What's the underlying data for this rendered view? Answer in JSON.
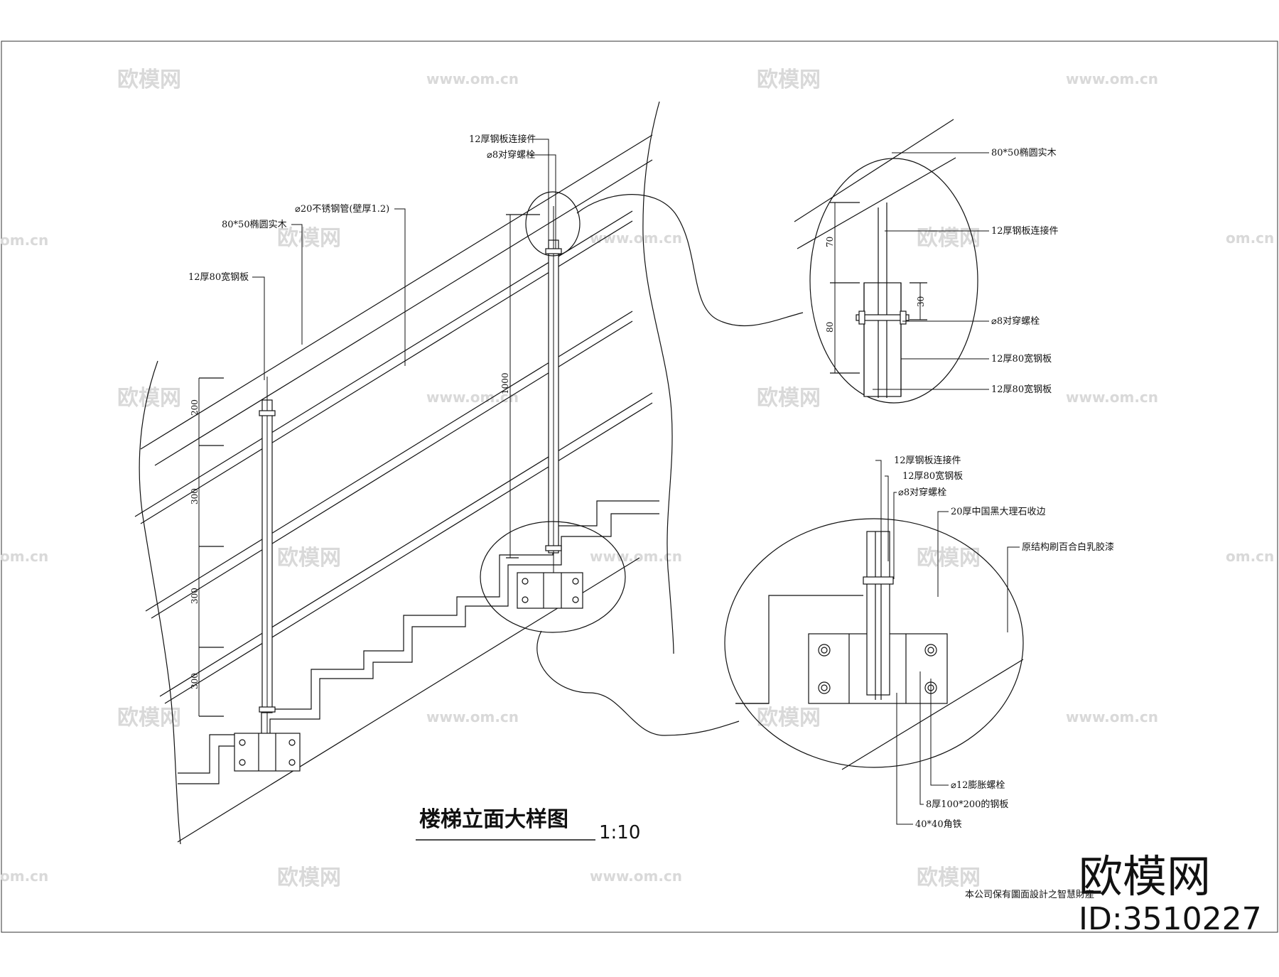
{
  "drawing": {
    "title": "楼梯立面大样图",
    "scale": "1:10",
    "copyright": "本公司保有圖面設計之智慧財產",
    "brand": "欧模网",
    "id_label": "ID:3510227"
  },
  "watermarks": {
    "logo": "欧模网",
    "site": "www.om.cn",
    "site_short": "om.cn"
  },
  "main_labels": {
    "steel_connector": "12厚钢板连接件",
    "bolt": "⌀8对穿螺栓",
    "steel_tube": "⌀20不锈钢管(壁厚1.2)",
    "wood_rail": "80*50椭圆实木",
    "steel_plate": "12厚80宽钢板"
  },
  "main_dims": {
    "d1": "200",
    "d2": "300",
    "d3": "300",
    "d4": "300",
    "height": "1000"
  },
  "detail_top": {
    "wood_rail": "80*50椭圆实木",
    "steel_connector": "12厚钢板连接件",
    "bolt": "⌀8对穿螺栓",
    "plate_a": "12厚80宽钢板",
    "plate_b": "12厚80宽钢板",
    "dim70": "70",
    "dim80": "80",
    "dim30": "30"
  },
  "detail_bottom": {
    "steel_connector": "12厚钢板连接件",
    "steel_plate": "12厚80宽钢板",
    "bolt": "⌀8对穿螺栓",
    "marble": "20厚中国黑大理石收边",
    "structure": "原结构刷百合白乳胶漆",
    "expansion_bolt": "⌀12膨胀螺栓",
    "base_plate": "8厚100*200的钢板",
    "angle_iron": "40*40角铁"
  }
}
